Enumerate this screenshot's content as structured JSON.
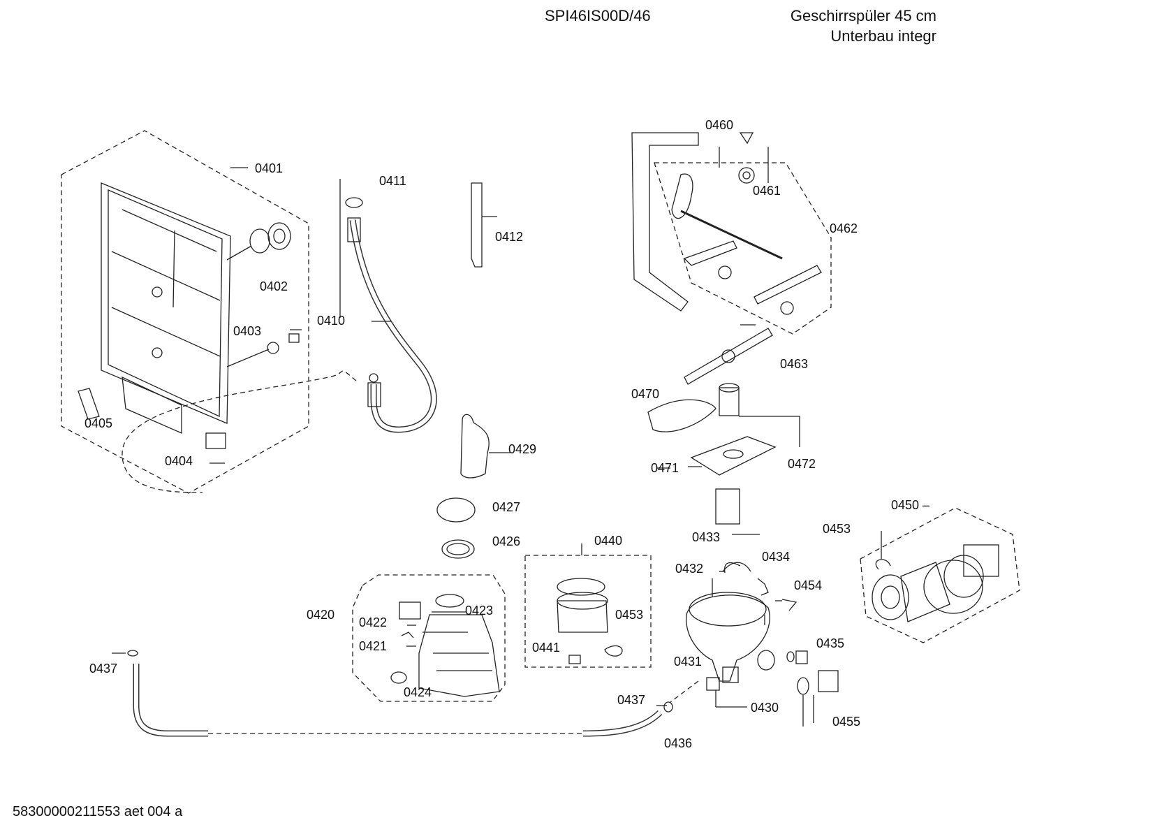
{
  "header": {
    "model": "SPI46IS00D/46",
    "title_line1": "Geschirrspüler 45 cm",
    "title_line2": "Unterbau integr"
  },
  "footer": {
    "doc_id": "58300000211553 aet 004 a"
  },
  "parts": [
    {
      "key": "p0401",
      "label": "0401"
    },
    {
      "key": "p0402",
      "label": "0402"
    },
    {
      "key": "p0403",
      "label": "0403"
    },
    {
      "key": "p0404",
      "label": "0404"
    },
    {
      "key": "p0405",
      "label": "0405"
    },
    {
      "key": "p0410",
      "label": "0410"
    },
    {
      "key": "p0411",
      "label": "0411"
    },
    {
      "key": "p0412",
      "label": "0412"
    },
    {
      "key": "p0420",
      "label": "0420"
    },
    {
      "key": "p0421",
      "label": "0421"
    },
    {
      "key": "p0422",
      "label": "0422"
    },
    {
      "key": "p0423",
      "label": "0423"
    },
    {
      "key": "p0424",
      "label": "0424"
    },
    {
      "key": "p0426",
      "label": "0426"
    },
    {
      "key": "p0427",
      "label": "0427"
    },
    {
      "key": "p0429",
      "label": "0429"
    },
    {
      "key": "p0430",
      "label": "0430"
    },
    {
      "key": "p0431",
      "label": "0431"
    },
    {
      "key": "p0432",
      "label": "0432"
    },
    {
      "key": "p0433",
      "label": "0433"
    },
    {
      "key": "p0434",
      "label": "0434"
    },
    {
      "key": "p0435",
      "label": "0435"
    },
    {
      "key": "p0436",
      "label": "0436"
    },
    {
      "key": "p0437a",
      "label": "0437"
    },
    {
      "key": "p0437b",
      "label": "0437"
    },
    {
      "key": "p0440",
      "label": "0440"
    },
    {
      "key": "p0441",
      "label": "0441"
    },
    {
      "key": "p0450",
      "label": "0450 –"
    },
    {
      "key": "p0453a",
      "label": "0453"
    },
    {
      "key": "p0453b",
      "label": "0453"
    },
    {
      "key": "p0454",
      "label": "0454"
    },
    {
      "key": "p0455",
      "label": "0455"
    },
    {
      "key": "p0460",
      "label": "0460"
    },
    {
      "key": "p0461",
      "label": "0461"
    },
    {
      "key": "p0462",
      "label": "0462"
    },
    {
      "key": "p0463",
      "label": "0463"
    },
    {
      "key": "p0470",
      "label": "0470"
    },
    {
      "key": "p0471",
      "label": "0471"
    },
    {
      "key": "p0472",
      "label": "0472"
    }
  ]
}
